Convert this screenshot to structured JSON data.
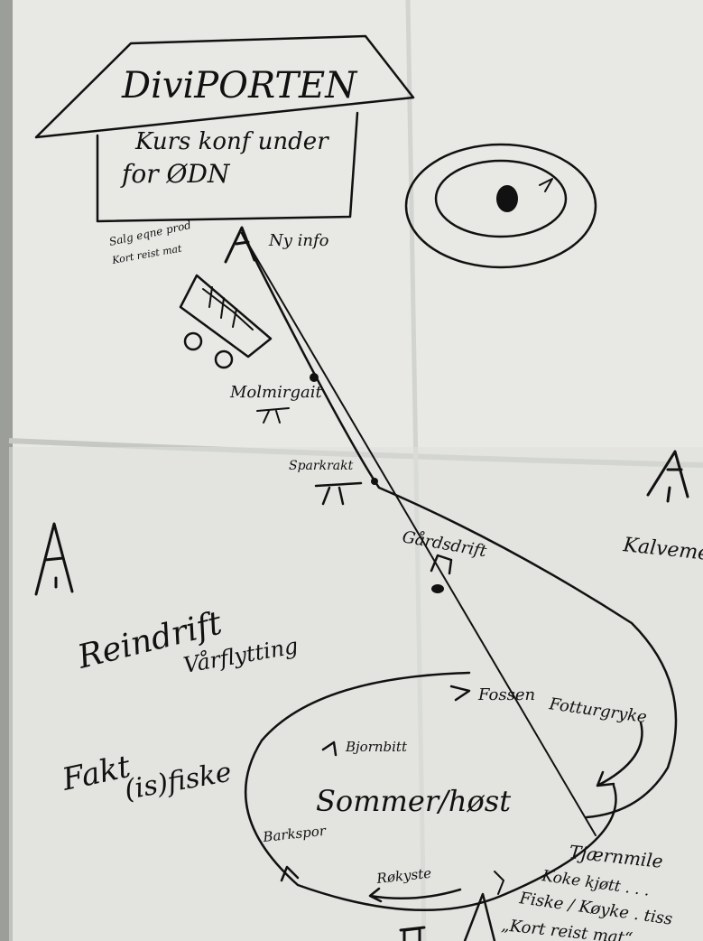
{
  "photo": {
    "paper_color": "#e9eae6",
    "shadow_color": "#c4c6c2",
    "ink_color": "#111111"
  },
  "labels": {
    "title": "DiviPORTEN",
    "box_line1": "Kurs konf under",
    "box_line2": "for ØDN",
    "tent_note1": "Salg eqne prod",
    "tent_note2": "Kort reist mat",
    "ny_info": "Ny info",
    "molmirgait": "Molmirgait",
    "sparkrakt": "Sparkrakt",
    "gardsdrift": "Gårdsdrift",
    "kalvemo": "Kalveme",
    "reindrift": "Reindrift",
    "varflytting": "Vårflytting",
    "fakt": "Fakt",
    "fiske": "(is)fiske",
    "fossen": "Fossen",
    "fotturer": "Fotturgryke",
    "bjornbitt": "Bjornbitt",
    "sommer_host": "Sommer/høst",
    "barkspor": "Barkspor",
    "rokyste": "Røkyste",
    "tjarnmile": "Tjærnmile",
    "kokt_kjott": "Koke kjøtt . . .",
    "fiske_koyke": "Fiske / Køyke . tiss",
    "kort_reist": "„Kort reist mat“"
  },
  "icons": [
    "lavvo-icon",
    "bus-icon",
    "target-icon",
    "arrow-icon"
  ]
}
